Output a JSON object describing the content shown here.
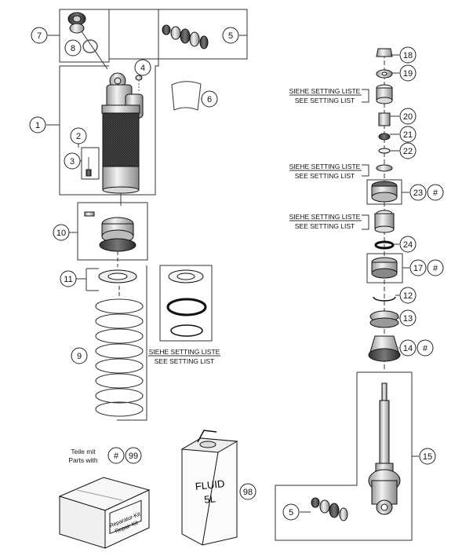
{
  "callouts": {
    "c1": "1",
    "c2": "2",
    "c3": "3",
    "c4": "4",
    "c5a": "5",
    "c5b": "5",
    "c6": "6",
    "c7": "7",
    "c8": "8",
    "c9": "9",
    "c10": "10",
    "c11": "11",
    "c12": "12",
    "c13": "13",
    "c14": "14",
    "c15": "15",
    "c17": "17",
    "c18": "18",
    "c19": "19",
    "c20": "20",
    "c21": "21",
    "c22": "22",
    "c23": "23",
    "c24": "24",
    "c98": "98",
    "c99": "99"
  },
  "hash_markers": {
    "h14": "#",
    "h17": "#",
    "h23": "#",
    "legend": "#"
  },
  "setting_notes": {
    "de": "SIEHE SETTING LISTE",
    "en": "SEE SETTING LIST"
  },
  "legend": {
    "line1": "Teile mit",
    "line2": "Parts with"
  },
  "canister": {
    "label_line1": "FLUID",
    "label_line2": "5L"
  },
  "repair_box": {
    "label_line1": "Reparatur-Kit",
    "label_line2": "Repair-Kit"
  }
}
